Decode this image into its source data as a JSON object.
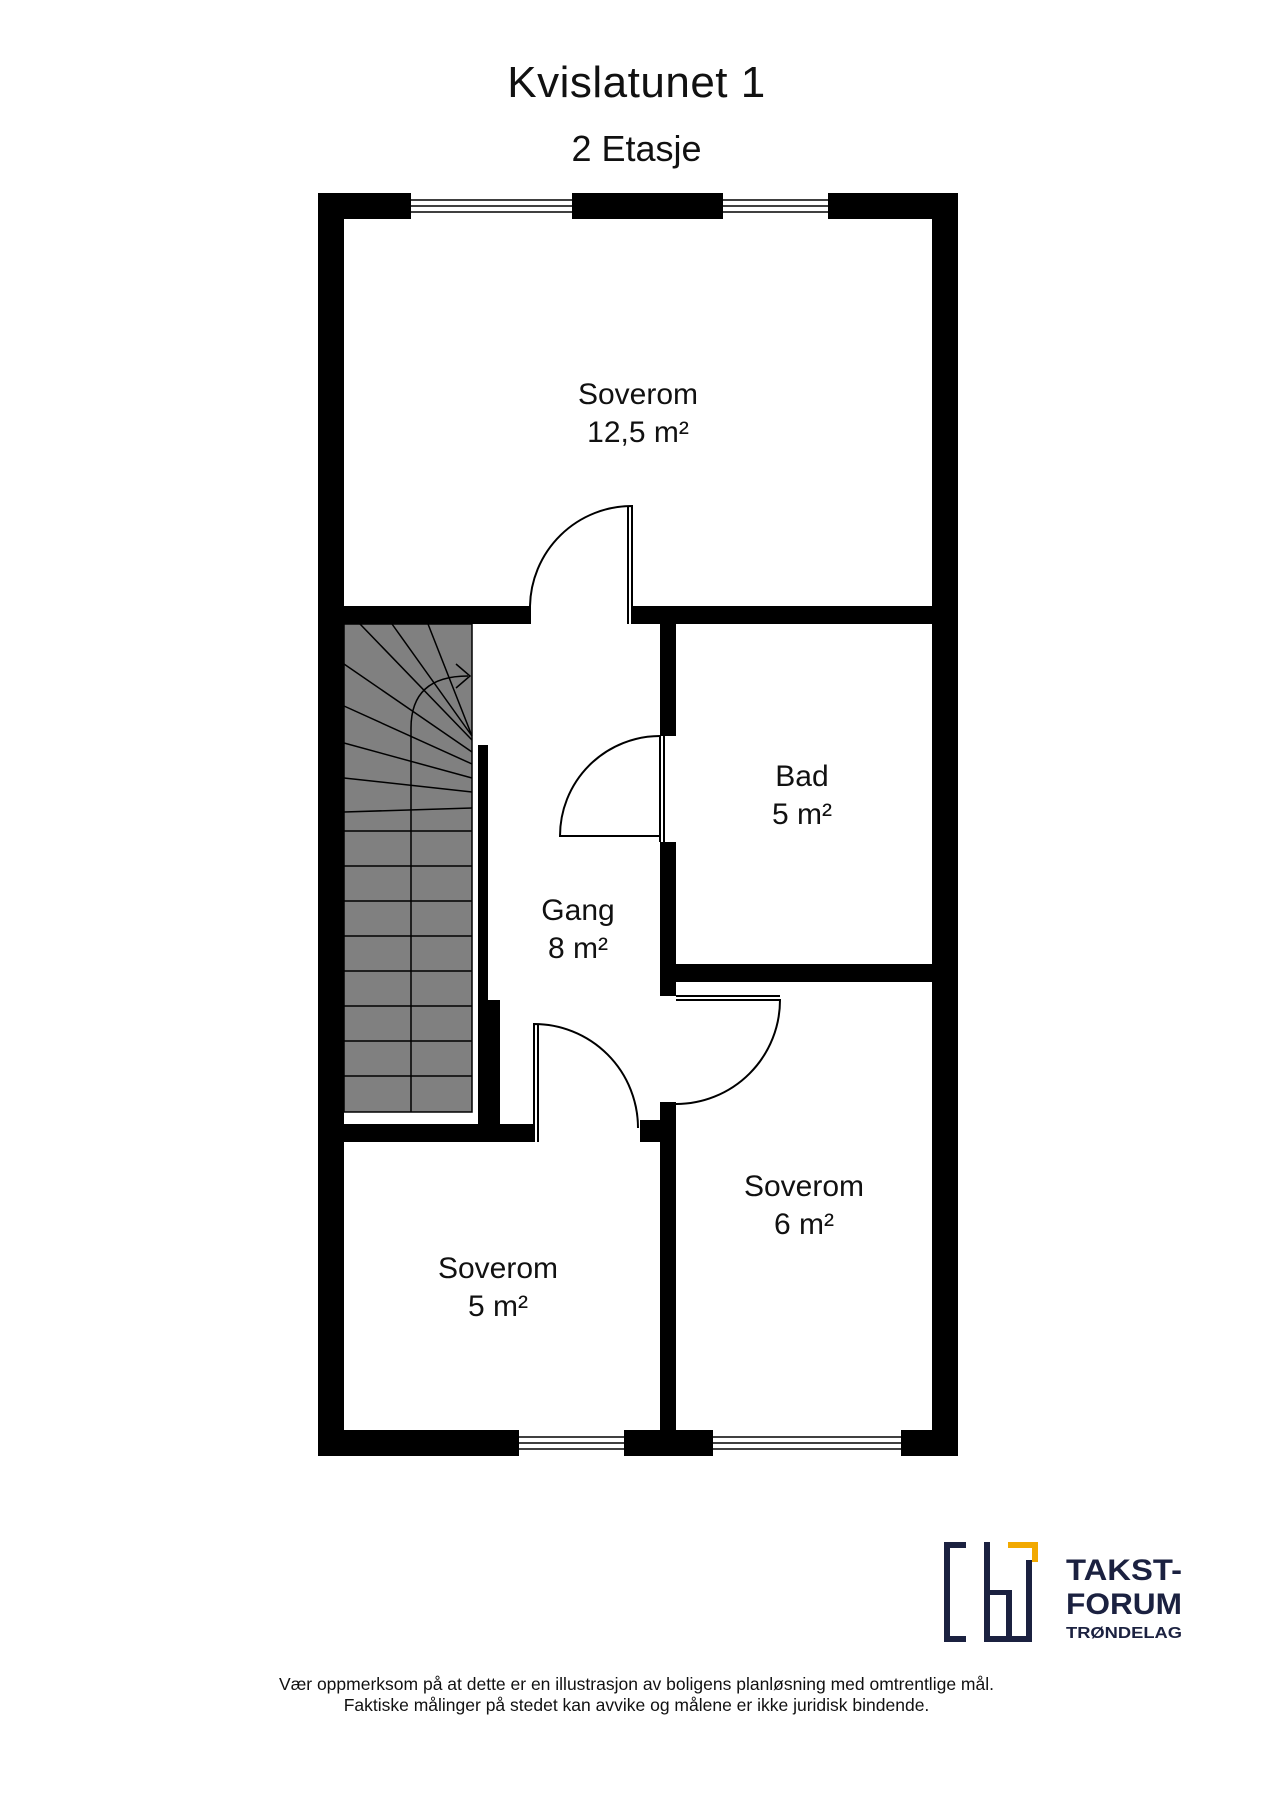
{
  "header": {
    "title": "Kvislatunet 1",
    "subtitle": "2 Etasje"
  },
  "rooms": [
    {
      "name": "Soverom",
      "area": "12,5 m²"
    },
    {
      "name": "Bad",
      "area": "5 m²"
    },
    {
      "name": "Gang",
      "area": "8 m²"
    },
    {
      "name": "Soverom",
      "area": "6 m²"
    },
    {
      "name": "Soverom",
      "area": "5 m²"
    }
  ],
  "logo": {
    "line1": "TAKST-",
    "line2": "FORUM",
    "line3": "TRØNDELAG",
    "accent_color": "#f2a900",
    "brand_color": "#1b2140"
  },
  "disclaimer": {
    "line1": "Vær oppmerksom på at dette er en illustrasjon av boligens planløsning med omtrentlige mål.",
    "line2": "Faktiske målinger på stedet kan avvike og målene er ikke juridisk bindende."
  },
  "colors": {
    "wall": "#000000",
    "stair_fill": "#808080"
  }
}
